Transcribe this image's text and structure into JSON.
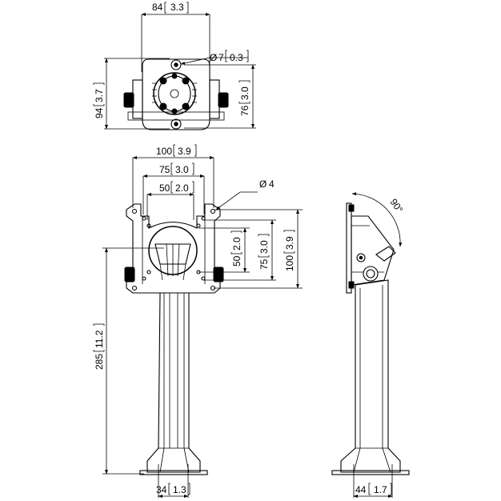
{
  "top_view": {
    "width_mm": "84",
    "width_in": "3.3",
    "hole_mm": "7",
    "hole_in": "0.3",
    "height_mm": "94",
    "height_in": "3.7",
    "inner_height_mm": "76",
    "inner_height_in": "3.0"
  },
  "front_view": {
    "vesa_100_mm": "100",
    "vesa_100_in": "3.9",
    "vesa_75_mm": "75",
    "vesa_75_in": "3.0",
    "vesa_50_mm": "50",
    "vesa_50_in": "2.0",
    "screw_hole_mm": "4",
    "pole_height_mm": "285",
    "pole_height_in": "11.2",
    "base_width_mm": "34",
    "base_width_in": "1.3"
  },
  "side_view": {
    "tilt_angle": "90°",
    "base_width_mm": "44",
    "base_width_in": "1.7"
  }
}
